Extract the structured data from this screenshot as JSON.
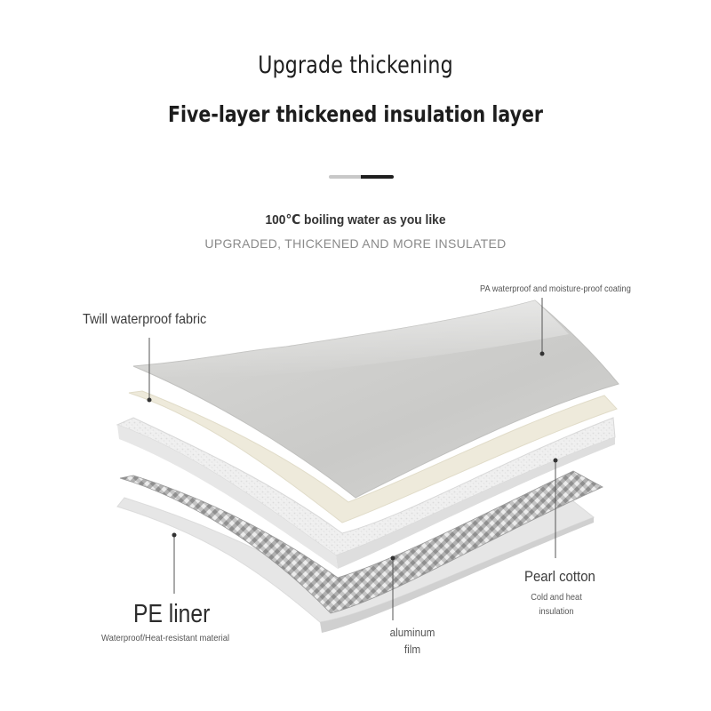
{
  "header": {
    "title": "Upgrade thickening",
    "subtitle": "Five-layer thickened insulation layer"
  },
  "tagline": {
    "main": "100℃ boiling water as you like",
    "secondary": "UPGRADED, THICKENED AND MORE INSULATED"
  },
  "layers": {
    "twill": "Twill waterproof fabric",
    "pa_coating": "PA waterproof and moisture-proof coating",
    "pearl_cotton": "Pearl cotton",
    "pearl_cotton_desc": "Cold and heat insulation",
    "pe_liner": "PE liner",
    "pe_liner_desc": "Waterproof/Heat-resistant material",
    "aluminum_film": "aluminum film"
  },
  "colors": {
    "top_layer": "#c9c9c7",
    "cream_layer": "#eeeadb",
    "foam_layer": "#eeeeee",
    "foil_layer": "#b8b8b8",
    "liner_layer": "#e9e9e9",
    "divider_dark": "#1f1f1f",
    "divider_light": "#c8c8c8"
  }
}
